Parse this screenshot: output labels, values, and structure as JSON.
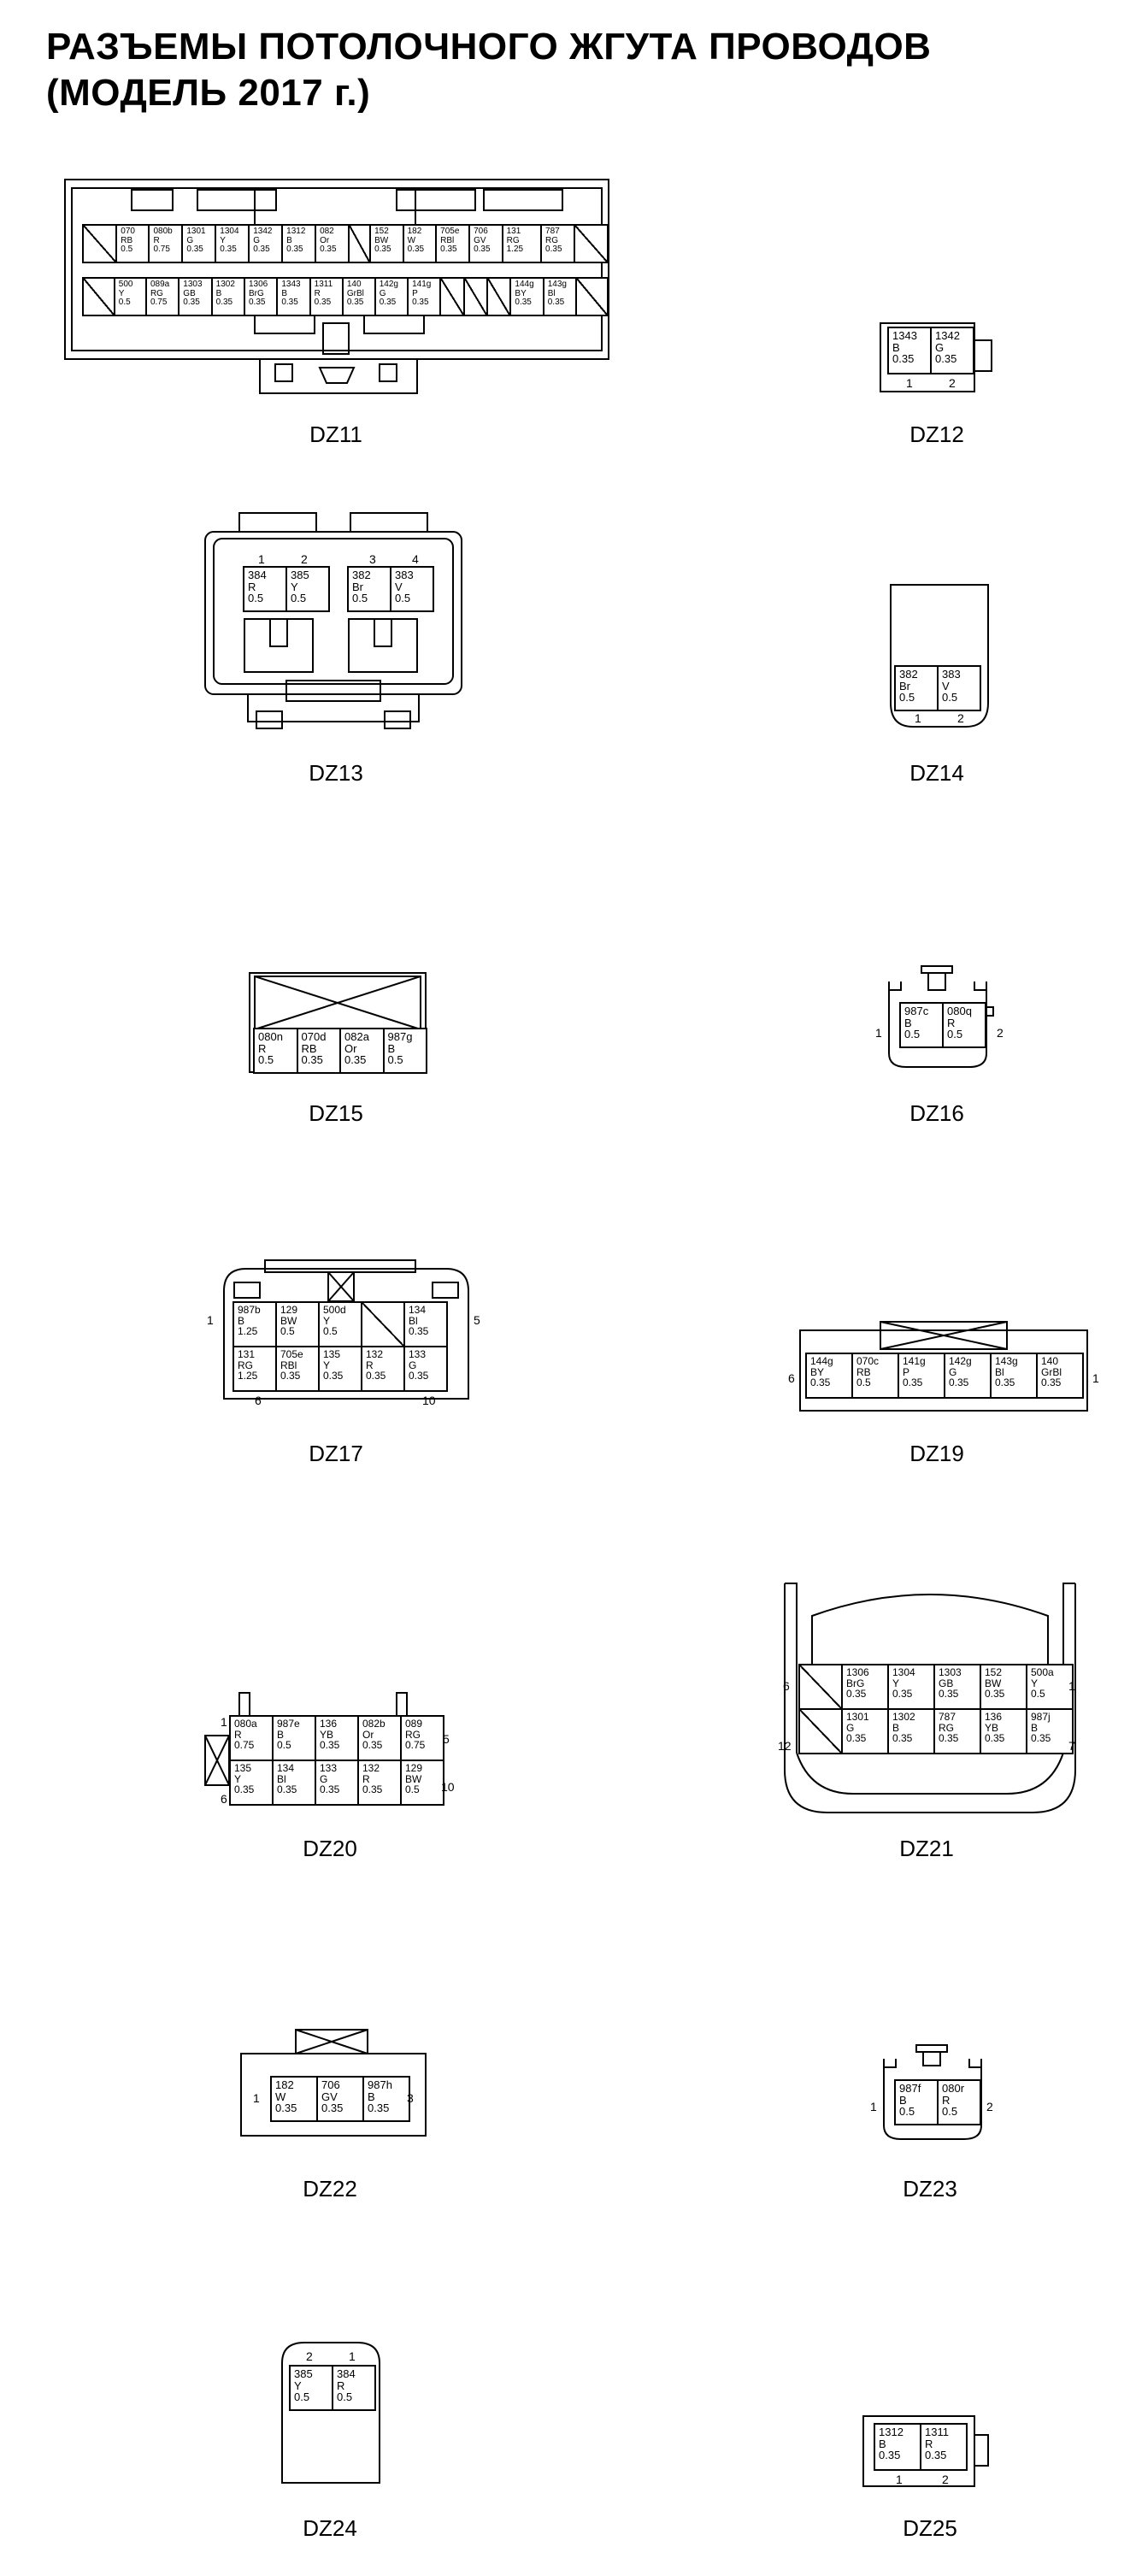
{
  "title": {
    "line1": "РАЗЪЕМЫ ПОТОЛОЧНОГО ЖГУТА ПРОВОДОВ",
    "line2": "(МОДЕЛЬ 2017 г.)"
  },
  "connectors": {
    "dz11": {
      "name": "DZ11",
      "top": [
        [
          "070",
          "RB",
          "0.5"
        ],
        [
          "080b",
          "R",
          "0.75"
        ],
        [
          "1301",
          "G",
          "0.35"
        ],
        [
          "1304",
          "Y",
          "0.35"
        ],
        [
          "1342",
          "G",
          "0.35"
        ],
        [
          "1312",
          "B",
          "0.35"
        ],
        [
          "082",
          "Or",
          "0.35"
        ],
        [
          "152",
          "BW",
          "0.35"
        ],
        [
          "182",
          "W",
          "0.35"
        ],
        [
          "705e",
          "RBl",
          "0.35"
        ],
        [
          "706",
          "GV",
          "0.35"
        ],
        [
          "131",
          "RG",
          "1.25"
        ],
        [
          "787",
          "RG",
          "0.35"
        ]
      ],
      "bottom": [
        [
          "500",
          "Y",
          "0.5"
        ],
        [
          "089a",
          "RG",
          "0.75"
        ],
        [
          "1303",
          "GB",
          "0.35"
        ],
        [
          "1302",
          "B",
          "0.35"
        ],
        [
          "1306",
          "BrG",
          "0.35"
        ],
        [
          "1343",
          "B",
          "0.35"
        ],
        [
          "1311",
          "R",
          "0.35"
        ],
        [
          "140",
          "GrBl",
          "0.35"
        ],
        [
          "142g",
          "G",
          "0.35"
        ],
        [
          "141g",
          "P",
          "0.35"
        ],
        [
          "144g",
          "BY",
          "0.35"
        ],
        [
          "143g",
          "Bl",
          "0.35"
        ]
      ]
    },
    "dz12": {
      "name": "DZ12",
      "pins": [
        [
          "1343",
          "B",
          "0.35"
        ],
        [
          "1342",
          "G",
          "0.35"
        ]
      ],
      "nums": [
        "1",
        "2"
      ]
    },
    "dz13": {
      "name": "DZ13",
      "pins": [
        [
          "384",
          "R",
          "0.5"
        ],
        [
          "385",
          "Y",
          "0.5"
        ],
        [
          "382",
          "Br",
          "0.5"
        ],
        [
          "383",
          "V",
          "0.5"
        ]
      ],
      "nums": [
        "1",
        "2",
        "3",
        "4"
      ]
    },
    "dz14": {
      "name": "DZ14",
      "pins": [
        [
          "382",
          "Br",
          "0.5"
        ],
        [
          "383",
          "V",
          "0.5"
        ]
      ],
      "nums": [
        "1",
        "2"
      ]
    },
    "dz15": {
      "name": "DZ15",
      "pins": [
        [
          "080n",
          "R",
          "0.5"
        ],
        [
          "070d",
          "RB",
          "0.35"
        ],
        [
          "082a",
          "Or",
          "0.35"
        ],
        [
          "987g",
          "B",
          "0.5"
        ]
      ]
    },
    "dz16": {
      "name": "DZ16",
      "pins": [
        [
          "987c",
          "B",
          "0.5"
        ],
        [
          "080q",
          "R",
          "0.5"
        ]
      ],
      "nums": [
        "1",
        "2"
      ]
    },
    "dz17": {
      "name": "DZ17",
      "top": [
        [
          "987b",
          "B",
          "1.25"
        ],
        [
          "129",
          "BW",
          "0.5"
        ],
        [
          "500d",
          "Y",
          "0.5"
        ],
        [
          "134",
          "Bl",
          "0.35"
        ]
      ],
      "bottom": [
        [
          "131",
          "RG",
          "1.25"
        ],
        [
          "705e",
          "RBl",
          "0.35"
        ],
        [
          "135",
          "Y",
          "0.35"
        ],
        [
          "132",
          "R",
          "0.35"
        ],
        [
          "133",
          "G",
          "0.35"
        ]
      ],
      "nums": [
        "1",
        "5",
        "6",
        "10"
      ]
    },
    "dz19": {
      "name": "DZ19",
      "pins": [
        [
          "144g",
          "BY",
          "0.35"
        ],
        [
          "070c",
          "RB",
          "0.5"
        ],
        [
          "141g",
          "P",
          "0.35"
        ],
        [
          "142g",
          "G",
          "0.35"
        ],
        [
          "143g",
          "Bl",
          "0.35"
        ],
        [
          "140",
          "GrBl",
          "0.35"
        ]
      ],
      "nums": [
        "6",
        "1"
      ]
    },
    "dz20": {
      "name": "DZ20",
      "top": [
        [
          "080a",
          "R",
          "0.75"
        ],
        [
          "987e",
          "B",
          "0.5"
        ],
        [
          "136",
          "YB",
          "0.35"
        ],
        [
          "082b",
          "Or",
          "0.35"
        ],
        [
          "089",
          "RG",
          "0.75"
        ]
      ],
      "bottom": [
        [
          "135",
          "Y",
          "0.35"
        ],
        [
          "134",
          "Bl",
          "0.35"
        ],
        [
          "133",
          "G",
          "0.35"
        ],
        [
          "132",
          "R",
          "0.35"
        ],
        [
          "129",
          "BW",
          "0.5"
        ]
      ],
      "nums": [
        "1",
        "5",
        "6",
        "10"
      ]
    },
    "dz21": {
      "name": "DZ21",
      "top": [
        [
          "1306",
          "BrG",
          "0.35"
        ],
        [
          "1304",
          "Y",
          "0.35"
        ],
        [
          "1303",
          "GB",
          "0.35"
        ],
        [
          "152",
          "BW",
          "0.35"
        ],
        [
          "500a",
          "Y",
          "0.5"
        ]
      ],
      "bottom": [
        [
          "1301",
          "G",
          "0.35"
        ],
        [
          "1302",
          "B",
          "0.35"
        ],
        [
          "787",
          "RG",
          "0.35"
        ],
        [
          "136",
          "YB",
          "0.35"
        ],
        [
          "987j",
          "B",
          "0.35"
        ]
      ],
      "nums": [
        "6",
        "1",
        "12",
        "7"
      ]
    },
    "dz22": {
      "name": "DZ22",
      "pins": [
        [
          "182",
          "W",
          "0.35"
        ],
        [
          "706",
          "GV",
          "0.35"
        ],
        [
          "987h",
          "B",
          "0.35"
        ]
      ],
      "nums": [
        "1",
        "3"
      ]
    },
    "dz23": {
      "name": "DZ23",
      "pins": [
        [
          "987f",
          "B",
          "0.5"
        ],
        [
          "080r",
          "R",
          "0.5"
        ]
      ],
      "nums": [
        "1",
        "2"
      ]
    },
    "dz24": {
      "name": "DZ24",
      "pins": [
        [
          "385",
          "Y",
          "0.5"
        ],
        [
          "384",
          "R",
          "0.5"
        ]
      ],
      "nums": [
        "2",
        "1"
      ]
    },
    "dz25": {
      "name": "DZ25",
      "pins": [
        [
          "1312",
          "B",
          "0.35"
        ],
        [
          "1311",
          "R",
          "0.35"
        ]
      ],
      "nums": [
        "1",
        "2"
      ]
    }
  }
}
